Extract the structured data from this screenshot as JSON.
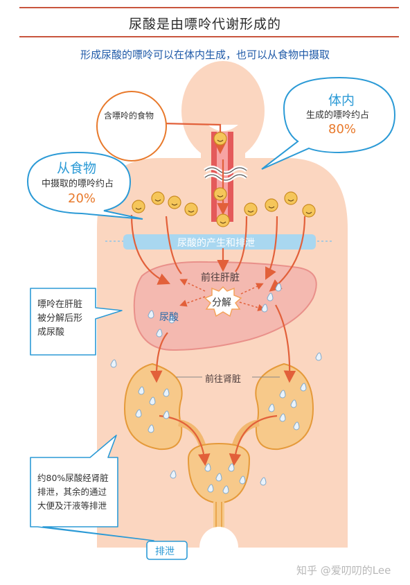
{
  "title": "尿酸是由嘌呤代谢形成的",
  "subtitle": "形成尿酸的嘌呤可以在体内生成，也可以从食物中摄取",
  "food_bubble": {
    "label": "含嘌呤的食物"
  },
  "internal_bubble": {
    "heading": "体内",
    "text": "生成的嘌呤约占",
    "percent": "80%"
  },
  "food_source_bubble": {
    "heading": "从食物",
    "text": "中摄取的嘌呤约占",
    "percent": "20%"
  },
  "band_label": "尿酸的产生和排泄",
  "liver": {
    "to_liver": "前往肝脏",
    "decompose": "分解",
    "uric_acid": "尿酸"
  },
  "kidney": {
    "to_kidney": "前往肾脏"
  },
  "note_liver": {
    "lines": [
      "嘌呤在肝脏",
      "被分解后形",
      "成尿酸"
    ]
  },
  "note_kidney": {
    "lines": [
      "约80%尿酸经肾脏",
      "排泄，其余的通过",
      "大便及汗液等排泄"
    ]
  },
  "excrete_label": "排泄",
  "watermark": "知乎 @爱叨叨的Lee",
  "colors": {
    "title_rule": "#c8553d",
    "subtitle": "#1f5aa8",
    "body": "#fbd6c0",
    "liver": "#f4b9b0",
    "kidney": "#f7c98a",
    "band": "#a9d7f0",
    "arrow": "#e2603a"
  }
}
